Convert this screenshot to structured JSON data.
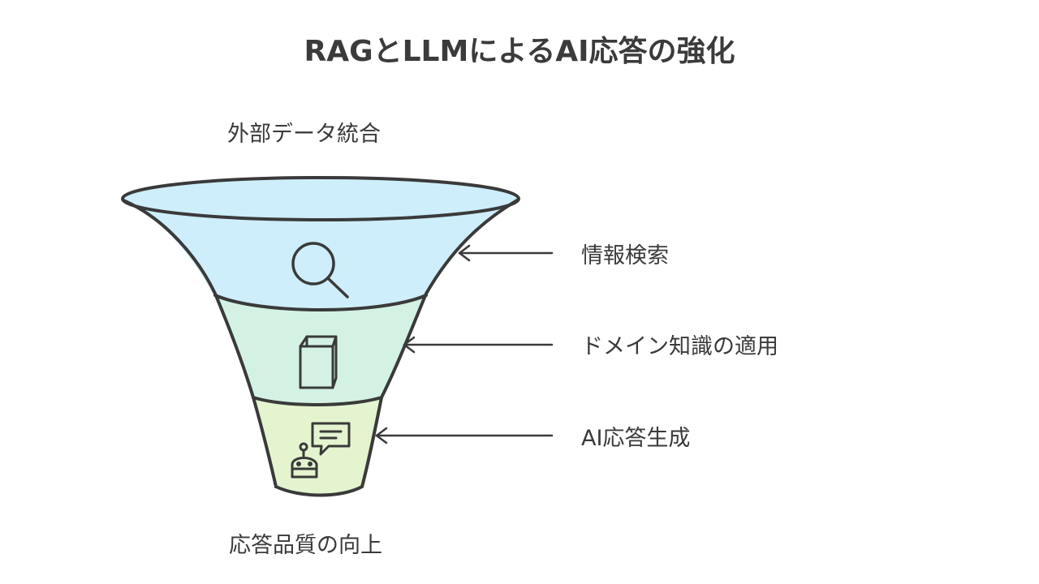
{
  "title": "RAGとLLMによるAI応答の強化",
  "input_label": "外部データ統合",
  "output_label": "応答品質の向上",
  "stages": [
    {
      "label": "情報検索",
      "icon": "magnifier-icon",
      "color": "#cdeefa"
    },
    {
      "label": "ドメイン知識の適用",
      "icon": "book-icon",
      "color": "#d3f2e4"
    },
    {
      "label": "AI応答生成",
      "icon": "robot-chat-icon",
      "color": "#e4f4cf"
    }
  ],
  "colors": {
    "stroke": "#3a3a3a",
    "text": "#3a3a3a"
  }
}
